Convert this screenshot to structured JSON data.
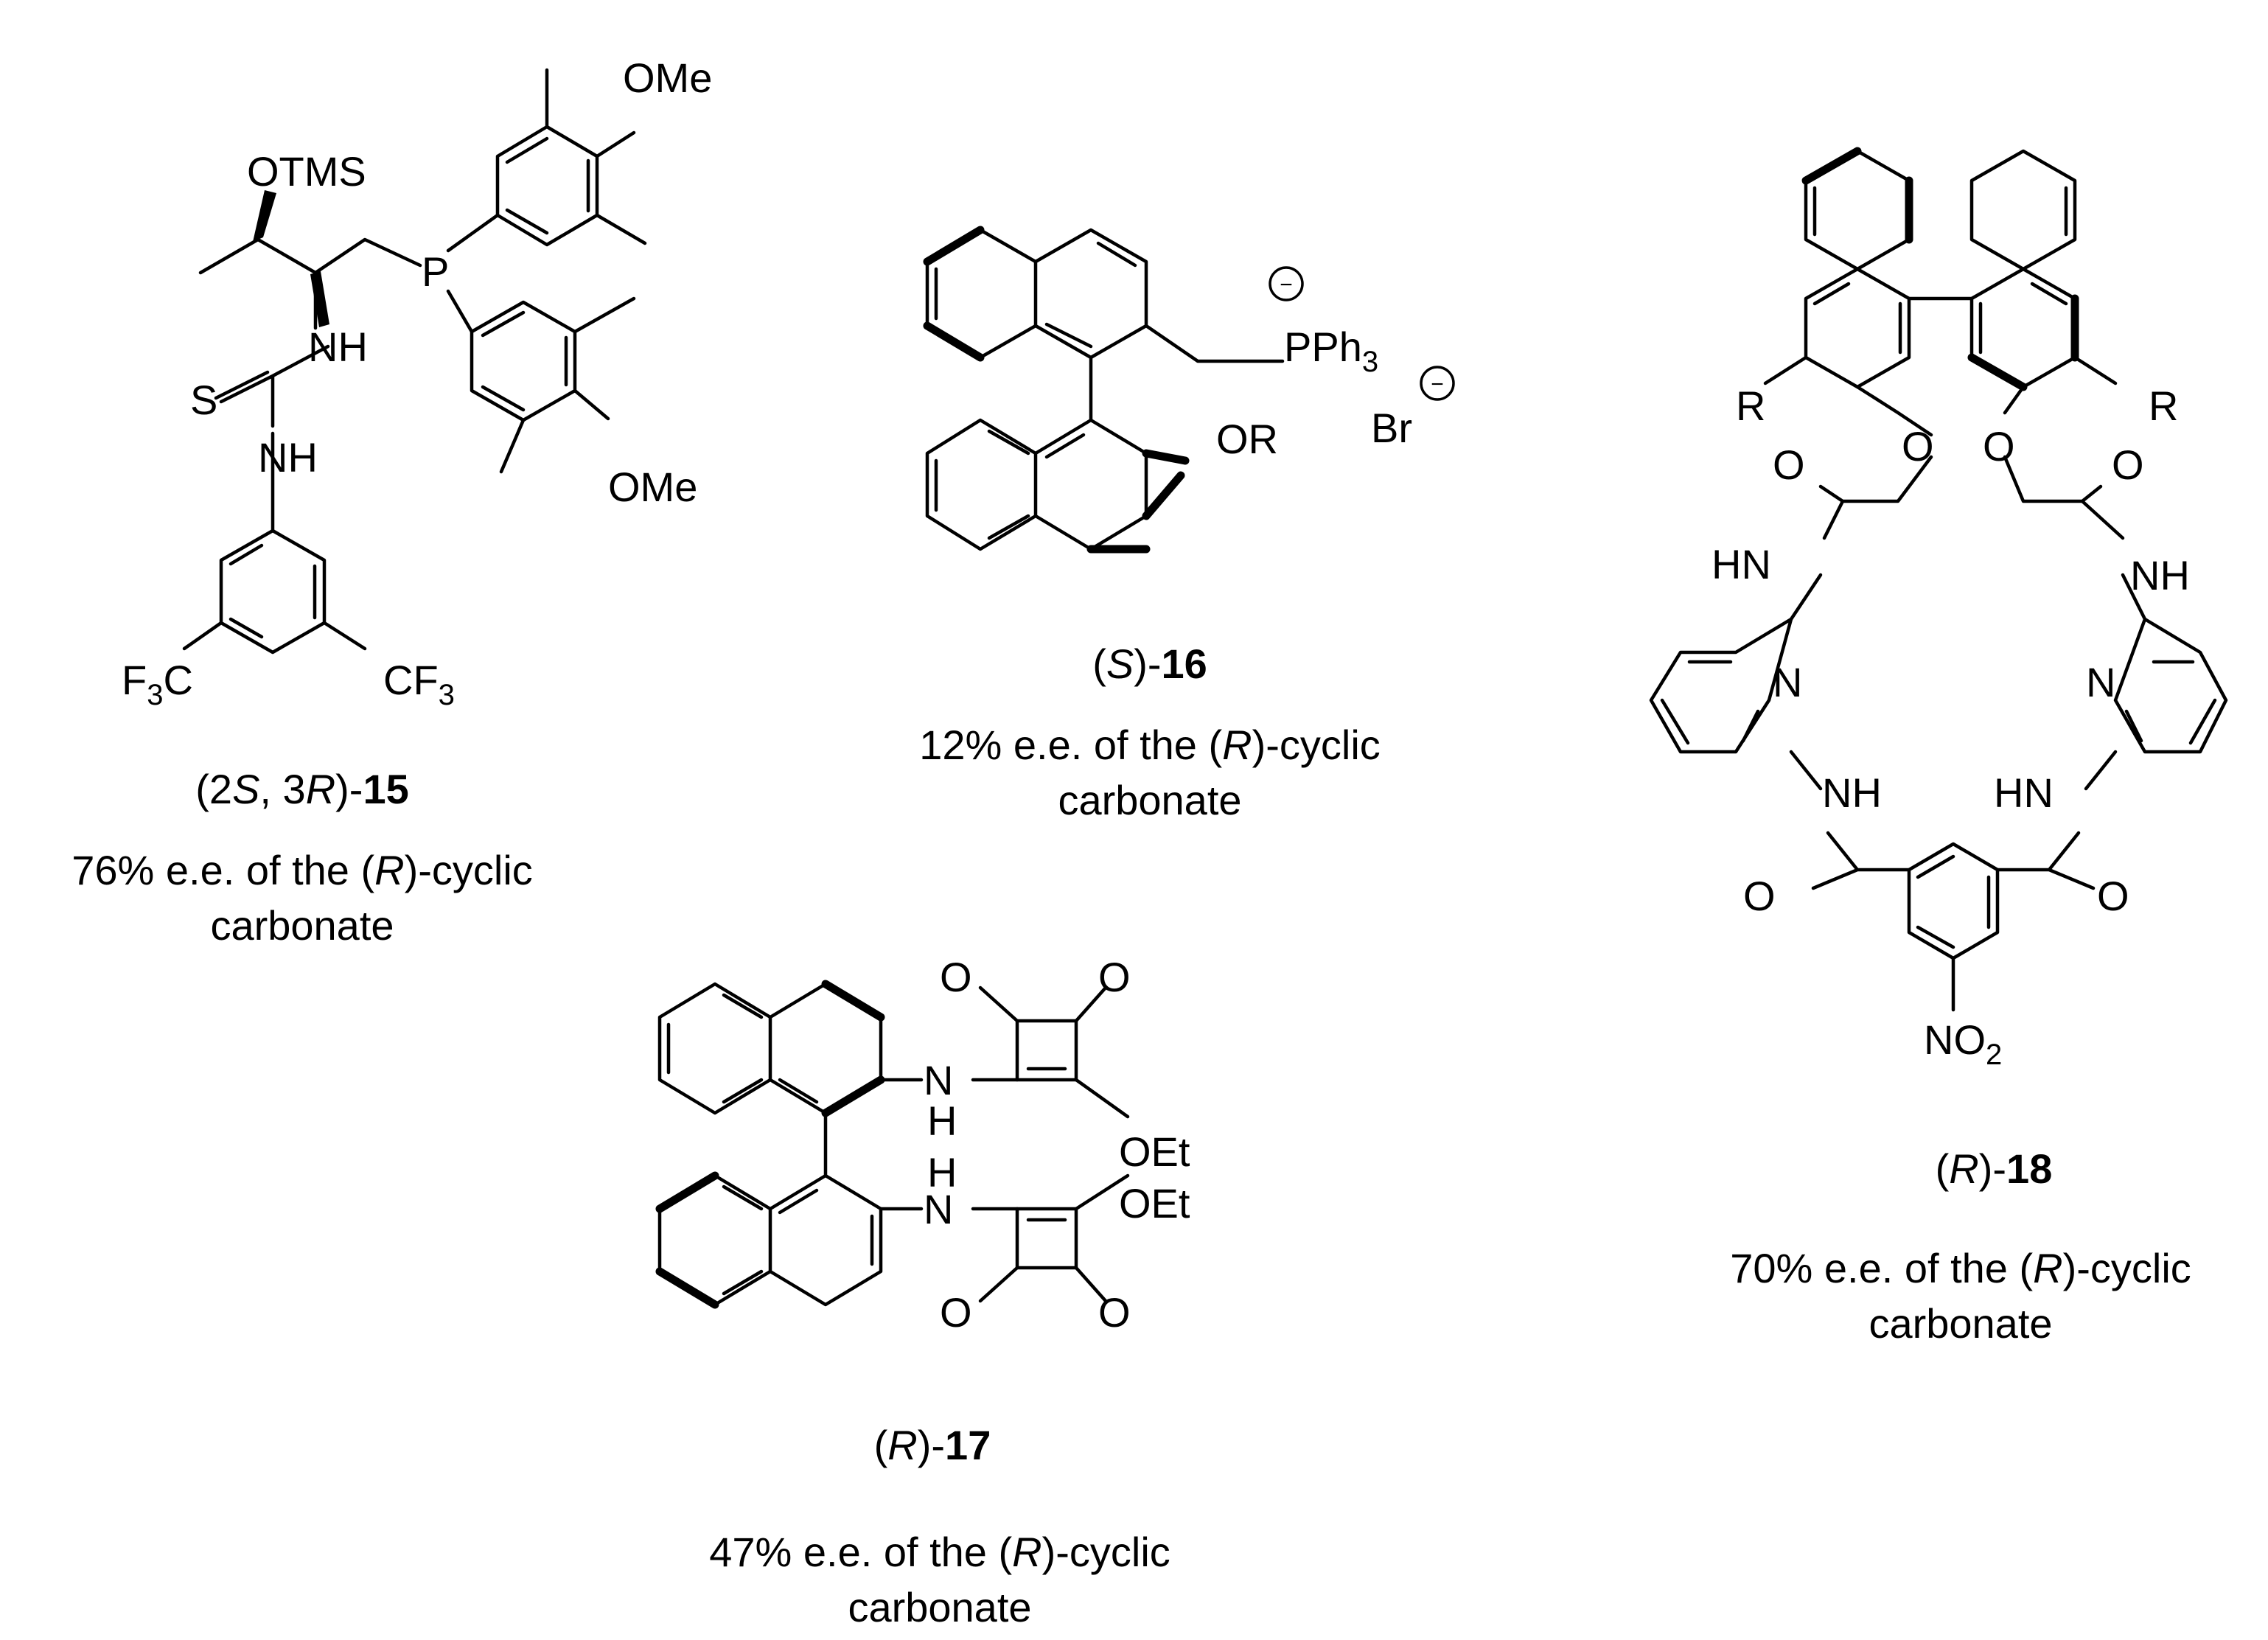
{
  "compounds": [
    {
      "id": "15",
      "stereo": "(2S, 3R)",
      "caption_prefix": "(2",
      "c1": "S",
      "c2": ", 3",
      "c3": "R",
      "c4": ")-",
      "number": "15",
      "ee_line1_a": "76% e.e. of the (",
      "ee_line1_b": "R",
      "ee_line1_c": ")-cyclic",
      "ee_line2": "carbonate",
      "labels": {
        "otms": "OTMS",
        "nh_top": "NH",
        "s": "S",
        "nh_bottom": "NH",
        "p": "P",
        "ome_top": "OMe",
        "ome_bottom": "OMe",
        "f3c": "F",
        "f3c_sub": "3",
        "f3c_c": "C",
        "cf3_c": "CF",
        "cf3_sub": "3"
      }
    },
    {
      "id": "16",
      "p1": "(",
      "p2": "S",
      "p3": ")-",
      "number": "16",
      "ee_line1_a": "12% e.e. of the (",
      "ee_line1_b": "R",
      "ee_line1_c": ")-cyclic",
      "ee_line2": "carbonate",
      "labels": {
        "pph": "PPh",
        "pph_sub": "3",
        "or": "OR",
        "br": "Br",
        "minus": "−"
      }
    },
    {
      "id": "17",
      "p1": "(",
      "p2": "R",
      "p3": ")-",
      "number": "17",
      "ee_line1_a": "47% e.e. of the (",
      "ee_line1_b": "R",
      "ee_line1_c": ")-cyclic",
      "ee_line2": "carbonate",
      "labels": {
        "o": "O",
        "nh_n": "N",
        "nh_h": "H",
        "oet": "OEt"
      }
    },
    {
      "id": "18",
      "p1": "(",
      "p2": "R",
      "p3": ")-",
      "number": "18",
      "ee_line1_a": "70% e.e. of the (",
      "ee_line1_b": "R",
      "ee_line1_c": ")-cyclic",
      "ee_line2": "carbonate",
      "labels": {
        "r": "R",
        "o": "O",
        "hn": "HN",
        "nh": "NH",
        "n": "N",
        "no2": "NO",
        "no2_sub": "2"
      }
    }
  ]
}
